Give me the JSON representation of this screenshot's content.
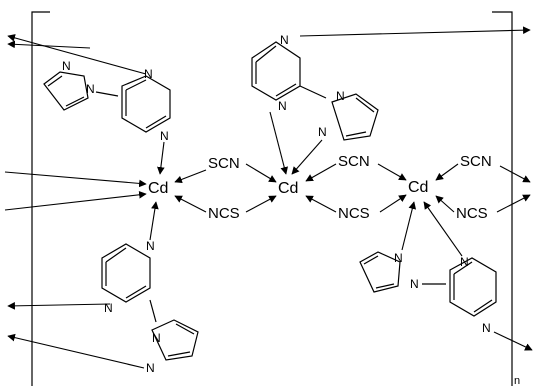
{
  "diagram": {
    "metals": [
      "Cd",
      "Cd",
      "Cd"
    ],
    "ligands": {
      "thiocyanate_left_top": "SCN",
      "thiocyanate_left_bottom": "NCS",
      "thiocyanate_right_top": "SCN",
      "thiocyanate_right_bottom": "NCS",
      "thiocyanate_far_top": "SCN",
      "thiocyanate_far_bottom": "NCS"
    },
    "atom_symbol": "N",
    "polymer_subscript": "n"
  }
}
